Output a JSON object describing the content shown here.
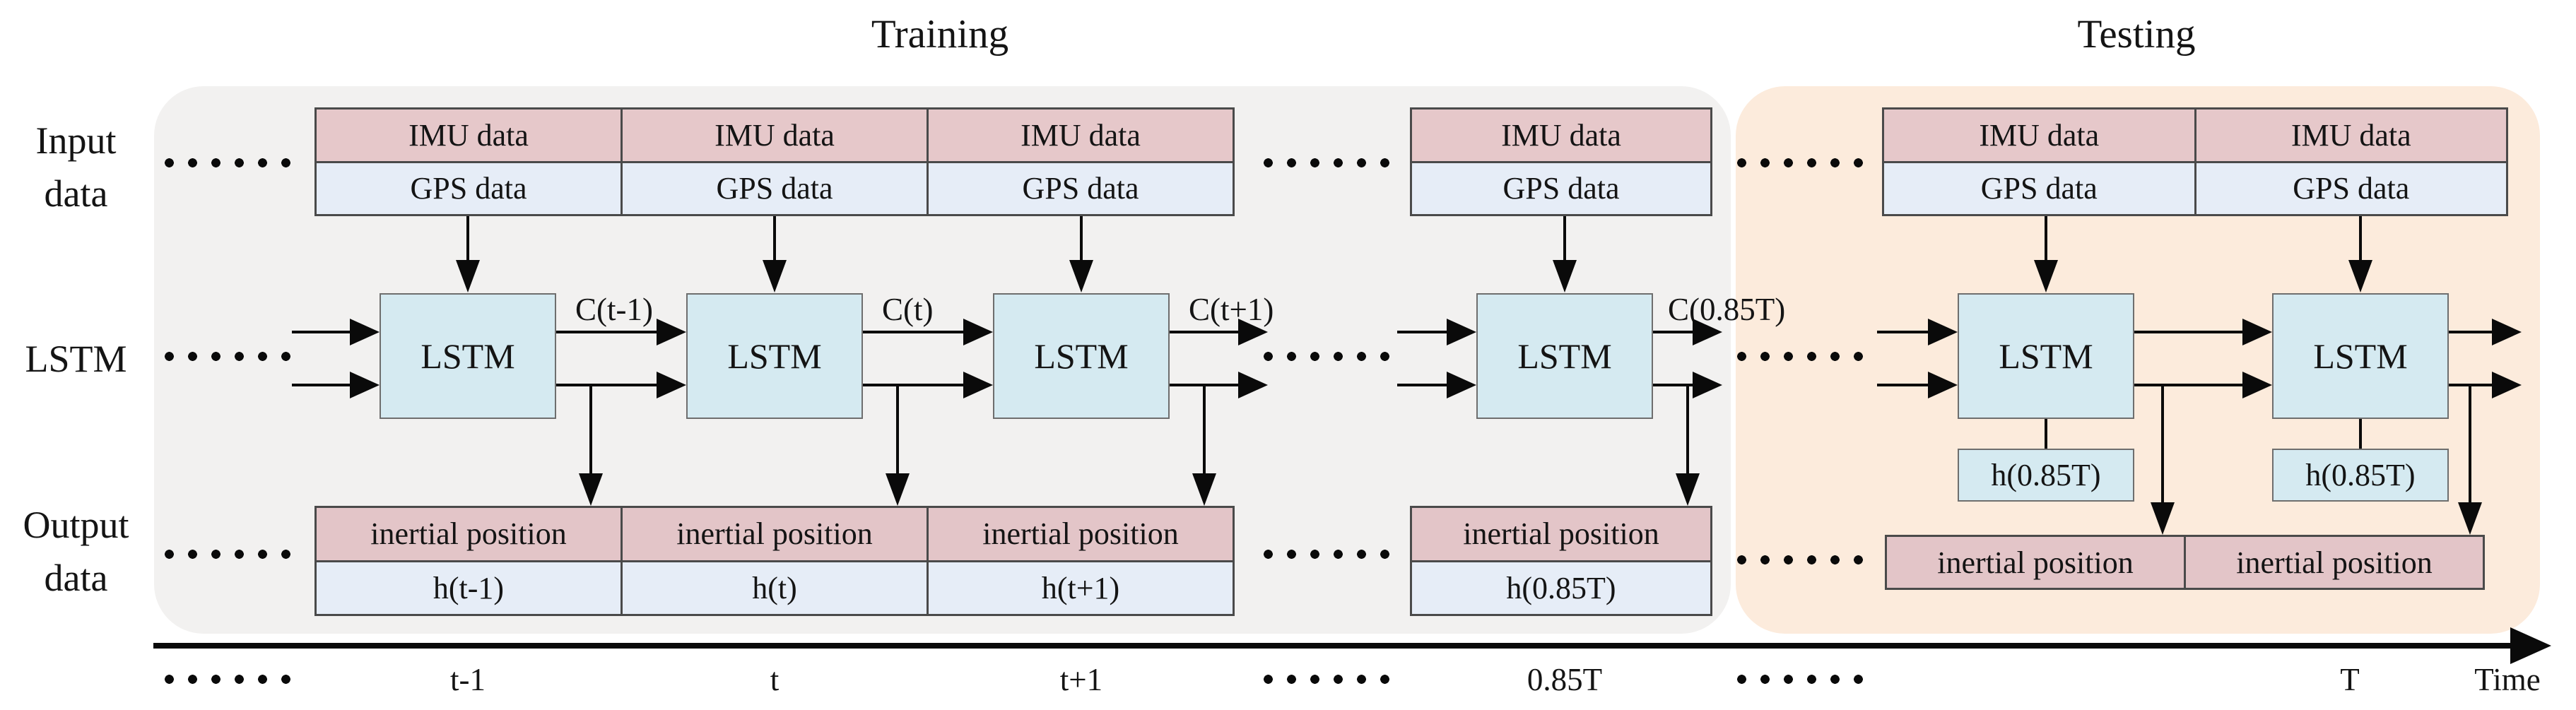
{
  "titles": {
    "training": "Training",
    "testing": "Testing"
  },
  "left_labels": {
    "input_line1": "Input",
    "input_line2": "data",
    "lstm": "LSTM",
    "output_line1": "Output",
    "output_line2": "data"
  },
  "training": {
    "columns": [
      {
        "imu": "IMU data",
        "gps": "GPS data",
        "lstm": "LSTM",
        "c_label": "C(t-1)",
        "inertial": "inertial position",
        "h": "h(t-1)",
        "tick": "t-1"
      },
      {
        "imu": "IMU data",
        "gps": "GPS data",
        "lstm": "LSTM",
        "c_label": "C(t)",
        "inertial": "inertial position",
        "h": "h(t)",
        "tick": "t"
      },
      {
        "imu": "IMU data",
        "gps": "GPS data",
        "lstm": "LSTM",
        "c_label": "C(t+1)",
        "inertial": "inertial position",
        "h": "h(t+1)",
        "tick": "t+1"
      },
      {
        "imu": "IMU data",
        "gps": "GPS data",
        "lstm": "LSTM",
        "c_label": "C(0.85T)",
        "inertial": "inertial position",
        "h": "h(0.85T)",
        "tick": "0.85T"
      }
    ]
  },
  "testing": {
    "columns": [
      {
        "imu": "IMU data",
        "gps": "GPS data",
        "lstm": "LSTM",
        "h_box": "h(0.85T)",
        "inertial": "inertial position"
      },
      {
        "imu": "IMU data",
        "gps": "GPS data",
        "lstm": "LSTM",
        "h_box": "h(0.85T)",
        "inertial": "inertial position",
        "tick": "T"
      }
    ]
  },
  "axis": {
    "time_label": "Time"
  },
  "colors": {
    "training_bg": "#f2f1f0",
    "testing_bg": "#fcebdc",
    "imu_fill": "#e6c8ca",
    "gps_fill": "#e6edf7",
    "lstm_fill": "#d5eaf1",
    "inertial_fill": "#e3c5c8",
    "h_fill": "#e6edf7",
    "line": "#0a0a0a"
  }
}
